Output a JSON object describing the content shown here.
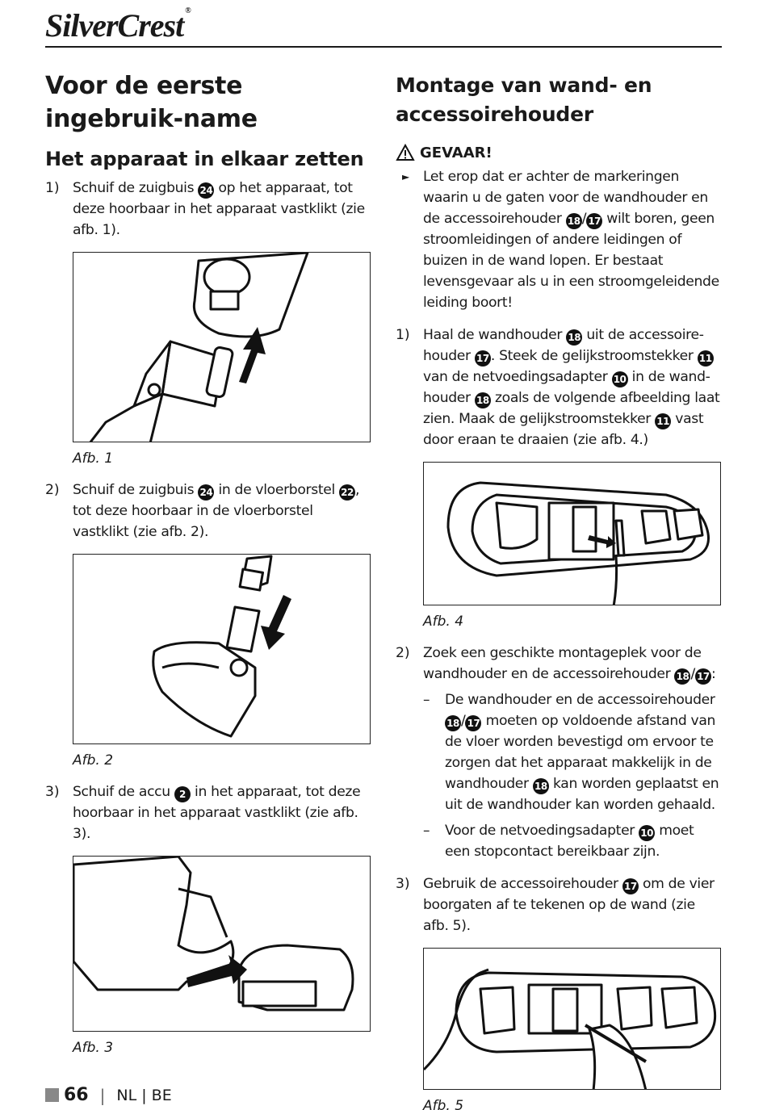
{
  "header": {
    "brand": "SilverCrest"
  },
  "left": {
    "title": "Voor de eerste ingebruik-name",
    "section": "Het apparaat in elkaar zetten",
    "steps": [
      {
        "num": "1)",
        "pre": "Schuif de zuigbuis ",
        "b1": "24",
        "mid": " op het apparaat, tot deze hoorbaar in het apparaat vastklikt (zie afb. 1).",
        "caption": "Afb. 1"
      },
      {
        "num": "2)",
        "pre": "Schuif de zuigbuis ",
        "b1": "24",
        "mid": " in de vloerborstel ",
        "b2": "22",
        "post": ", tot deze hoorbaar in de vloerborstel vastklikt (zie afb. 2).",
        "caption": "Afb. 2"
      },
      {
        "num": "3)",
        "pre": "Schuif de accu ",
        "b1": "2",
        "mid": " in het apparaat, tot deze hoorbaar in het apparaat vastklikt (zie afb. 3).",
        "caption": "Afb. 3"
      }
    ]
  },
  "right": {
    "title": "Montage van wand- en accessoirehouder",
    "warning": {
      "label": "GEVAAR!",
      "pre": "Let erop dat er achter de markeringen waarin u de gaten voor de wandhouder en de accessoirehouder ",
      "b1": "18",
      "b2": "17",
      "post": " wilt boren, geen stroomleidingen of andere leidingen of buizen in de wand lopen. Er bestaat levensgevaar als u in een stroomgeleidende leiding boort!"
    },
    "step1": {
      "num": "1)",
      "t1": "Haal de wandhouder ",
      "b1": "18",
      "t2": " uit de accessoire-houder ",
      "b2": "17",
      "t3": ". Steek de gelijkstroomstekker ",
      "b3": "11",
      "t4": " van de netvoedingsadapter ",
      "b4": "10",
      "t5": " in de wand-houder ",
      "b5": "18",
      "t6": " zoals de volgende afbeelding laat zien. Maak de gelijkstroomstekker ",
      "b6": "11",
      "t7": " vast door eraan te draaien (zie afb. 4.)",
      "caption": "Afb. 4"
    },
    "step2": {
      "num": "2)",
      "t1": "Zoek een geschikte montageplek voor de wandhouder en de accessoirehouder ",
      "b1": "18",
      "b2": "17",
      "t2": ":",
      "dash1": {
        "b1": "18",
        "b2": "17",
        "pre": "De wandhouder en de accessoirehouder ",
        "mid": " moeten op voldoende afstand van de vloer worden bevestigd om ervoor te zorgen dat het apparaat makkelijk in de wandhouder ",
        "b3": "18",
        "post": " kan worden geplaatst en uit de wandhouder kan worden gehaald."
      },
      "dash2": {
        "pre": "Voor de netvoedingsadapter ",
        "b1": "10",
        "post": " moet een stopcontact bereikbaar zijn."
      }
    },
    "step3": {
      "num": "3)",
      "pre": "Gebruik de accessoirehouder ",
      "b1": "17",
      "post": " om de vier boorgaten af te tekenen op de wand (zie afb. 5).",
      "caption": "Afb. 5"
    }
  },
  "footer": {
    "page": "66",
    "lang": "NL | BE"
  }
}
